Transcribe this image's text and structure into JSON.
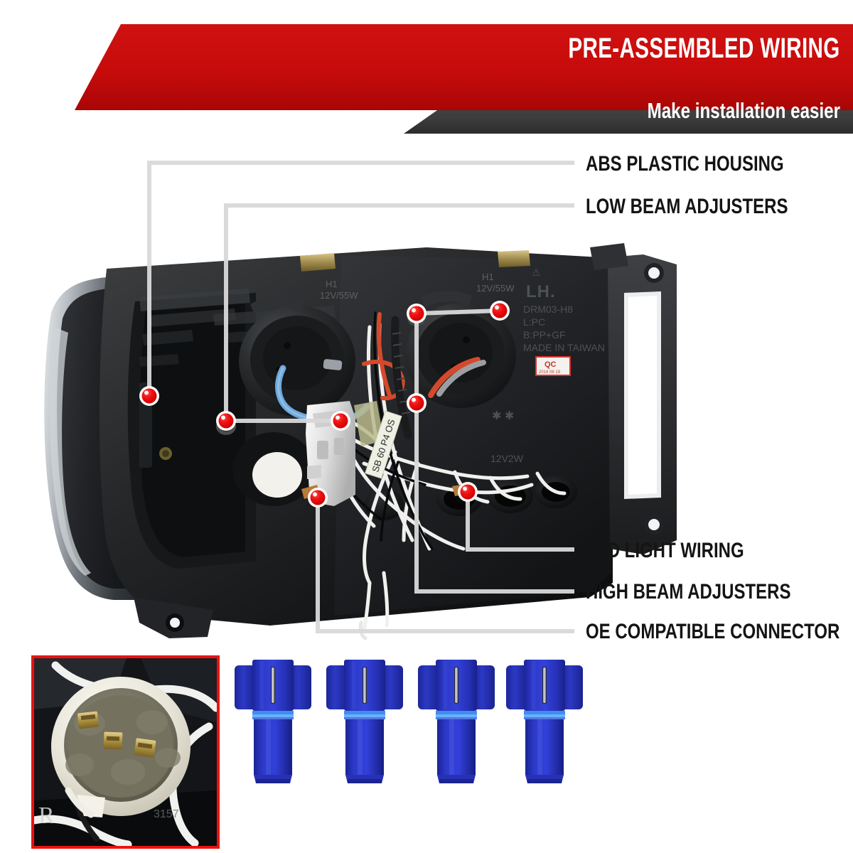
{
  "banner": {
    "title": "PRE-ASSEMBLED WIRING",
    "subtitle": "Make installation easier",
    "red_color": "#c90c0c",
    "dark_color": "#3b3b3b"
  },
  "callouts": [
    {
      "id": "abs-plastic-housing",
      "label": "ABS PLASTIC HOUSING",
      "dot": [
        210,
        557
      ]
    },
    {
      "id": "low-beam-adjusters",
      "label": "LOW BEAM ADJUSTERS",
      "dot": [
        318,
        592
      ]
    },
    {
      "id": "led-light-wiring",
      "label": "LED LIGHT WIRING",
      "dot": [
        658,
        692
      ]
    },
    {
      "id": "high-beam-adjusters",
      "label": "HIGH BEAM ADJUSTERS",
      "dot": [
        586,
        567
      ]
    },
    {
      "id": "oe-compatible-connector",
      "label": "OE COMPATIBLE CONNECTOR",
      "dot": [
        447,
        700
      ]
    }
  ],
  "extra_dots": [
    {
      "id": "low-beam-adjuster-right",
      "dot": [
        479,
        592
      ]
    },
    {
      "id": "high-beam-adjuster-left",
      "dot": [
        586,
        441
      ]
    },
    {
      "id": "high-beam-adjuster-right",
      "dot": [
        703,
        437
      ]
    }
  ],
  "product": {
    "name": "headlight-assembly",
    "housing_markings": {
      "high_beam_bulb": "H1",
      "high_beam_rating": "12V/55W",
      "low_beam_bulb": "H1",
      "low_beam_rating": "12V/55W",
      "side_label": "LH.",
      "part_number": "DRM03-H8",
      "lens_material": "L:PC",
      "body_material": "B:PP+GF",
      "origin": "MADE IN TAIWAN",
      "qc_sticker": "QC",
      "parking_lamp_rating": "12V2W"
    },
    "accent_wire_colors": {
      "blue": "#6ea8dc",
      "red": "#d4492c",
      "white": "#efefef",
      "black": "#111111"
    }
  },
  "bottom_row": {
    "inset": {
      "name": "oe-socket-photo",
      "border_color": "#ee1111"
    },
    "splices": {
      "name": "t-tap-splice-connectors",
      "count": 4,
      "color": "#2230b8"
    }
  }
}
